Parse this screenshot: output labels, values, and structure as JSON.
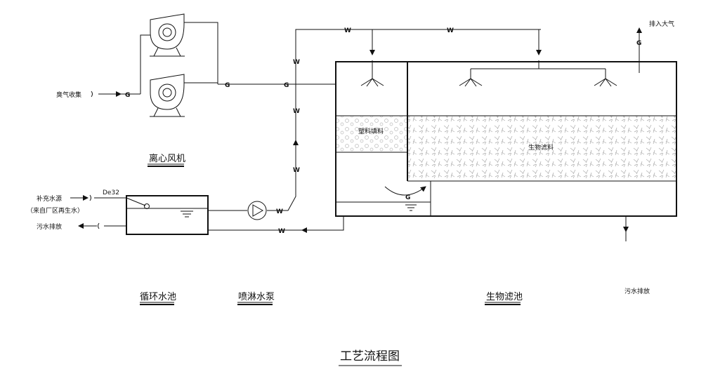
{
  "title": "工艺流程图",
  "labels": {
    "odor_collection": "臭气收集",
    "to_atmosphere": "排入大气",
    "makeup_water": "补充水源",
    "makeup_water_note": "（来自厂区再生水）",
    "sewage_discharge_left": "污水排放",
    "sewage_discharge_right": "污水排放",
    "pipe_size": "De32",
    "plastic_packing": "塑料填料",
    "bio_media": "生物滤料"
  },
  "captions": {
    "fan": "离心风机",
    "circulation_tank": "循环水池",
    "spray_pump": "喷淋水泵",
    "biofilter": "生物滤池"
  },
  "pipe_codes": {
    "gas": "G",
    "water": "W"
  }
}
